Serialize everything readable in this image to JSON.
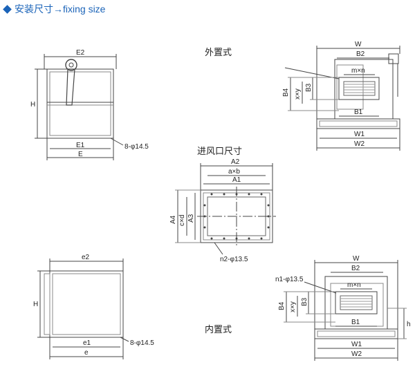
{
  "header": {
    "title": "安装尺寸→fixing size",
    "color": "#1a63b8"
  },
  "captions": {
    "external": "外置式",
    "inlet": "进风口尺寸",
    "internal": "内置式"
  },
  "d1": {
    "E2": "E2",
    "H": "H",
    "E1": "E1",
    "E": "E",
    "holes": "8-φ14.5"
  },
  "d2": {
    "W": "W",
    "B2": "B2",
    "mxn": "m×n",
    "B4": "B4",
    "xxy": "x×y",
    "B3": "B3",
    "B1": "B1",
    "W1": "W1",
    "W2": "W2"
  },
  "d3": {
    "A2": "A2",
    "axb": "a×b",
    "A1": "A1",
    "A4": "A4",
    "cxd": "c×d",
    "A3": "A3",
    "holes": "n2-φ13.5"
  },
  "d4": {
    "e2": "e2",
    "H": "H",
    "e1": "e1",
    "e": "e",
    "holes": "8-φ14.5"
  },
  "d5": {
    "W": "W",
    "B2": "B2",
    "holes": "n1-φ13.5",
    "mxn": "m×n",
    "B4": "B4",
    "xxy": "x×y",
    "B3": "B3",
    "B1": "B1",
    "h": "h",
    "W1": "W1",
    "W2": "W2"
  }
}
